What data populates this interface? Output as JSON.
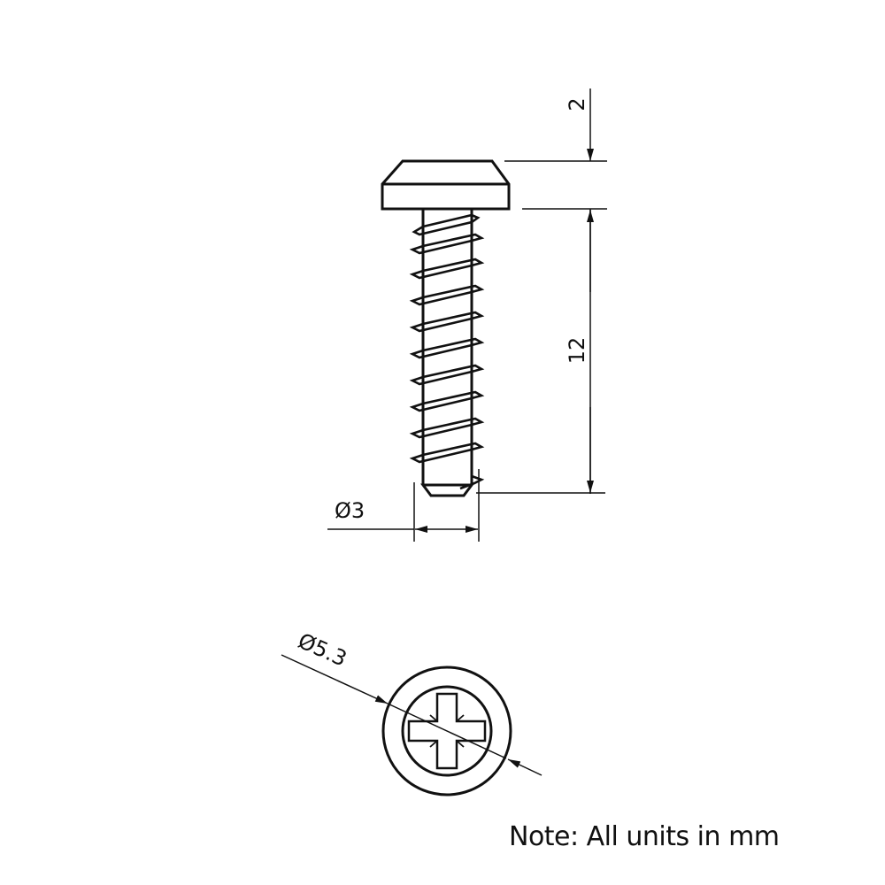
{
  "drawing": {
    "subject": "Phillips pan head self-tapping screw",
    "dimensions": {
      "head_height": "2",
      "shank_length": "12",
      "thread_diameter": "Ø3",
      "head_diameter": "Ø5.3"
    },
    "views": [
      "side-view",
      "top-view"
    ],
    "colors": {
      "line": "#111111",
      "background": "#ffffff"
    }
  },
  "note": "Note: All units in mm"
}
